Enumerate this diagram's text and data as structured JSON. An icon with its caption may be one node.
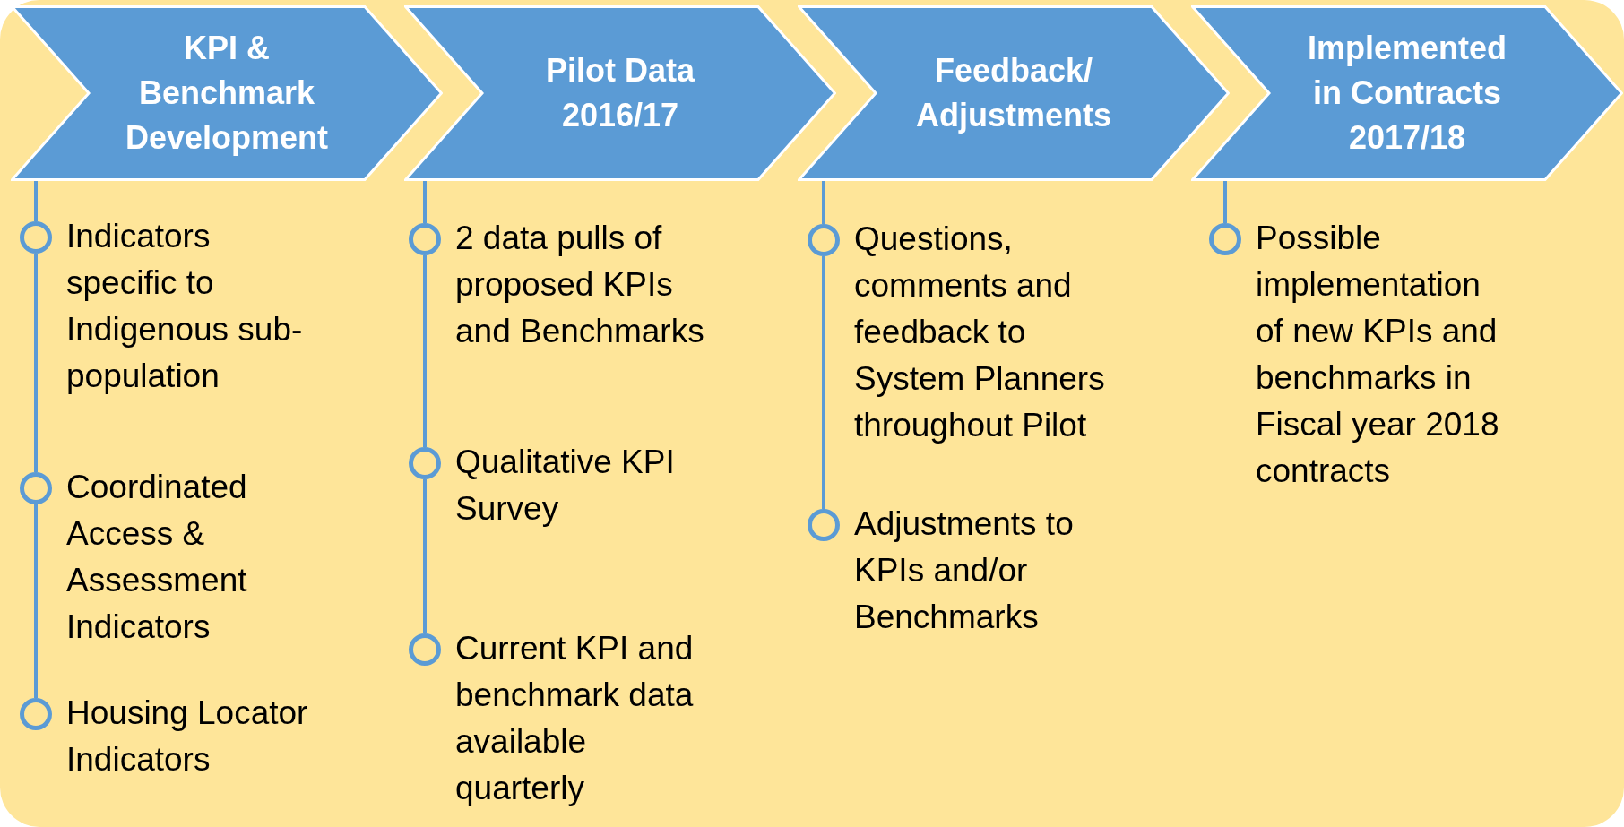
{
  "diagram": {
    "nodes": [
      {
        "text": [
          "KPI & Benchmark Development"
        ]
      },
      {
        "text": [
          "Pilot Data 2016/17"
        ]
      },
      {
        "text": [
          "Feedback/ Adjustments"
        ]
      },
      {
        "text": [
          "Implemented in Contracts 2017/18"
        ]
      },
      {
        "text": [],
        "shape": "circle",
        "beside": [
          "Indicators specific to Indigenous sub-population"
        ]
      },
      {
        "text": [],
        "shape": "circle",
        "beside": [
          "Coordinated Access & Assessment Indicators"
        ]
      },
      {
        "text": [],
        "shape": "circle",
        "beside": [
          "Housing Locator Indicators"
        ]
      },
      {
        "text": [],
        "shape": "circle",
        "beside": [
          "2 data pulls of proposed KPIs and Benchmarks"
        ]
      },
      {
        "text": [],
        "shape": "circle",
        "beside": [
          "Qualitative KPI Survey"
        ]
      },
      {
        "text": [],
        "shape": "circle",
        "beside": [
          "Current KPI and benchmark data available quarterly"
        ]
      },
      {
        "text": [],
        "shape": "circle",
        "beside": [
          "Questions, comments and feedback to System Planners throughout Pilot"
        ]
      },
      {
        "text": [],
        "shape": "circle",
        "beside": [
          "Adjustments to KPIs and/or Benchmarks"
        ]
      },
      {
        "text": [],
        "shape": "circle",
        "beside": [
          "Possible implementation of new KPIs and benchmarks in Fiscal year 2018 contracts"
        ]
      }
    ],
    "edges": [
      {
        "from": 0,
        "to": 4,
        "arrow": "none"
      },
      {
        "from": 4,
        "to": 5,
        "arrow": "none"
      },
      {
        "from": 5,
        "to": 6,
        "arrow": "none"
      },
      {
        "from": 1,
        "to": 7,
        "arrow": "none"
      },
      {
        "from": 7,
        "to": 8,
        "arrow": "none"
      },
      {
        "from": 8,
        "to": 9,
        "arrow": "none"
      },
      {
        "from": 2,
        "to": 10,
        "arrow": "none"
      },
      {
        "from": 10,
        "to": 11,
        "arrow": "none"
      },
      {
        "from": 3,
        "to": 12,
        "arrow": "none"
      }
    ]
  }
}
